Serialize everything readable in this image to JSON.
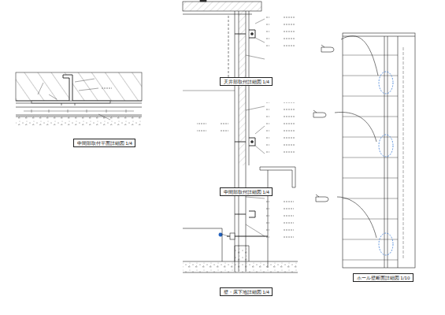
{
  "diagram": {
    "nodes": [
      {
        "text": [
          "中間部取付平面詳細図 1/4"
        ]
      },
      {
        "text": [
          "天井部取付詳細図 1/4"
        ]
      },
      {
        "text": [
          "中間部取付詳細図 1/4"
        ]
      },
      {
        "text": [
          "壁・床下地詳細図 1/4"
        ]
      },
      {
        "text": [
          "ホール壁断面詳細図 1/10"
        ]
      }
    ]
  }
}
